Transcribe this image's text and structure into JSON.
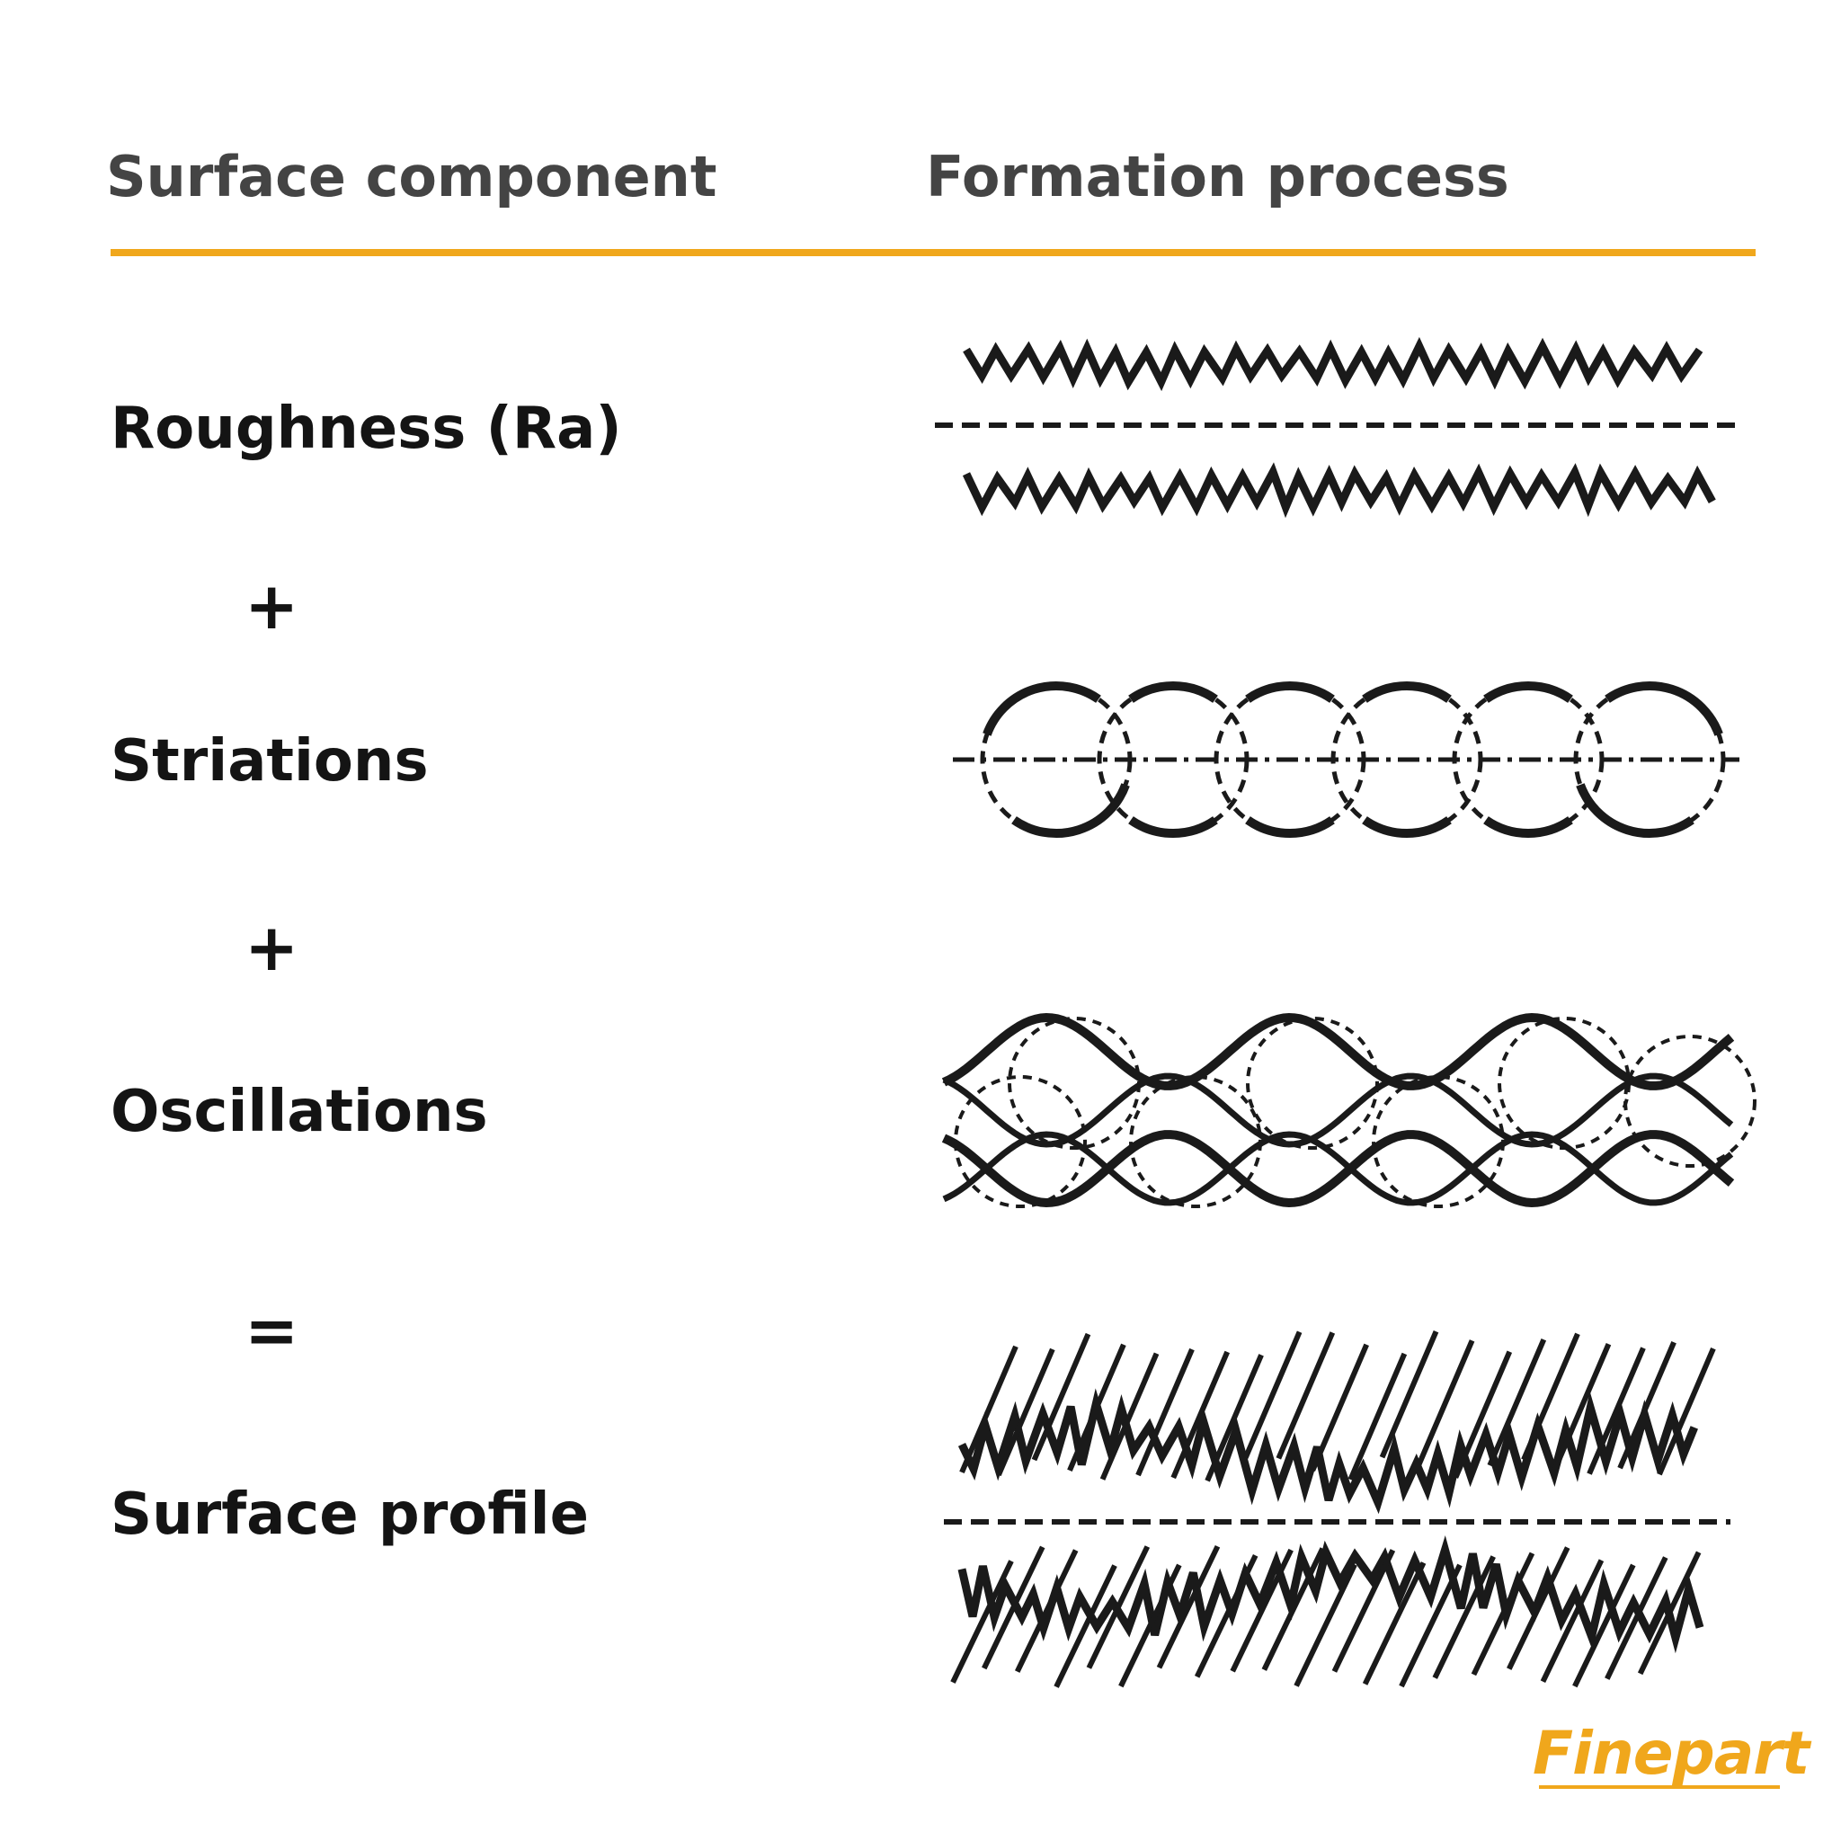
{
  "header": {
    "left": "Surface component",
    "right": "Formation process"
  },
  "rows": [
    {
      "label": "Roughness (Ra)"
    },
    {
      "label": "Striations"
    },
    {
      "label": "Oscillations"
    },
    {
      "label": "Surface profile"
    }
  ],
  "operators": [
    "+",
    "+",
    "="
  ],
  "logo": "Finepart",
  "colors": {
    "accent": "#f0a71c",
    "header_text": "#444444",
    "label_text": "#141414",
    "ink": "#1a1a1a"
  }
}
